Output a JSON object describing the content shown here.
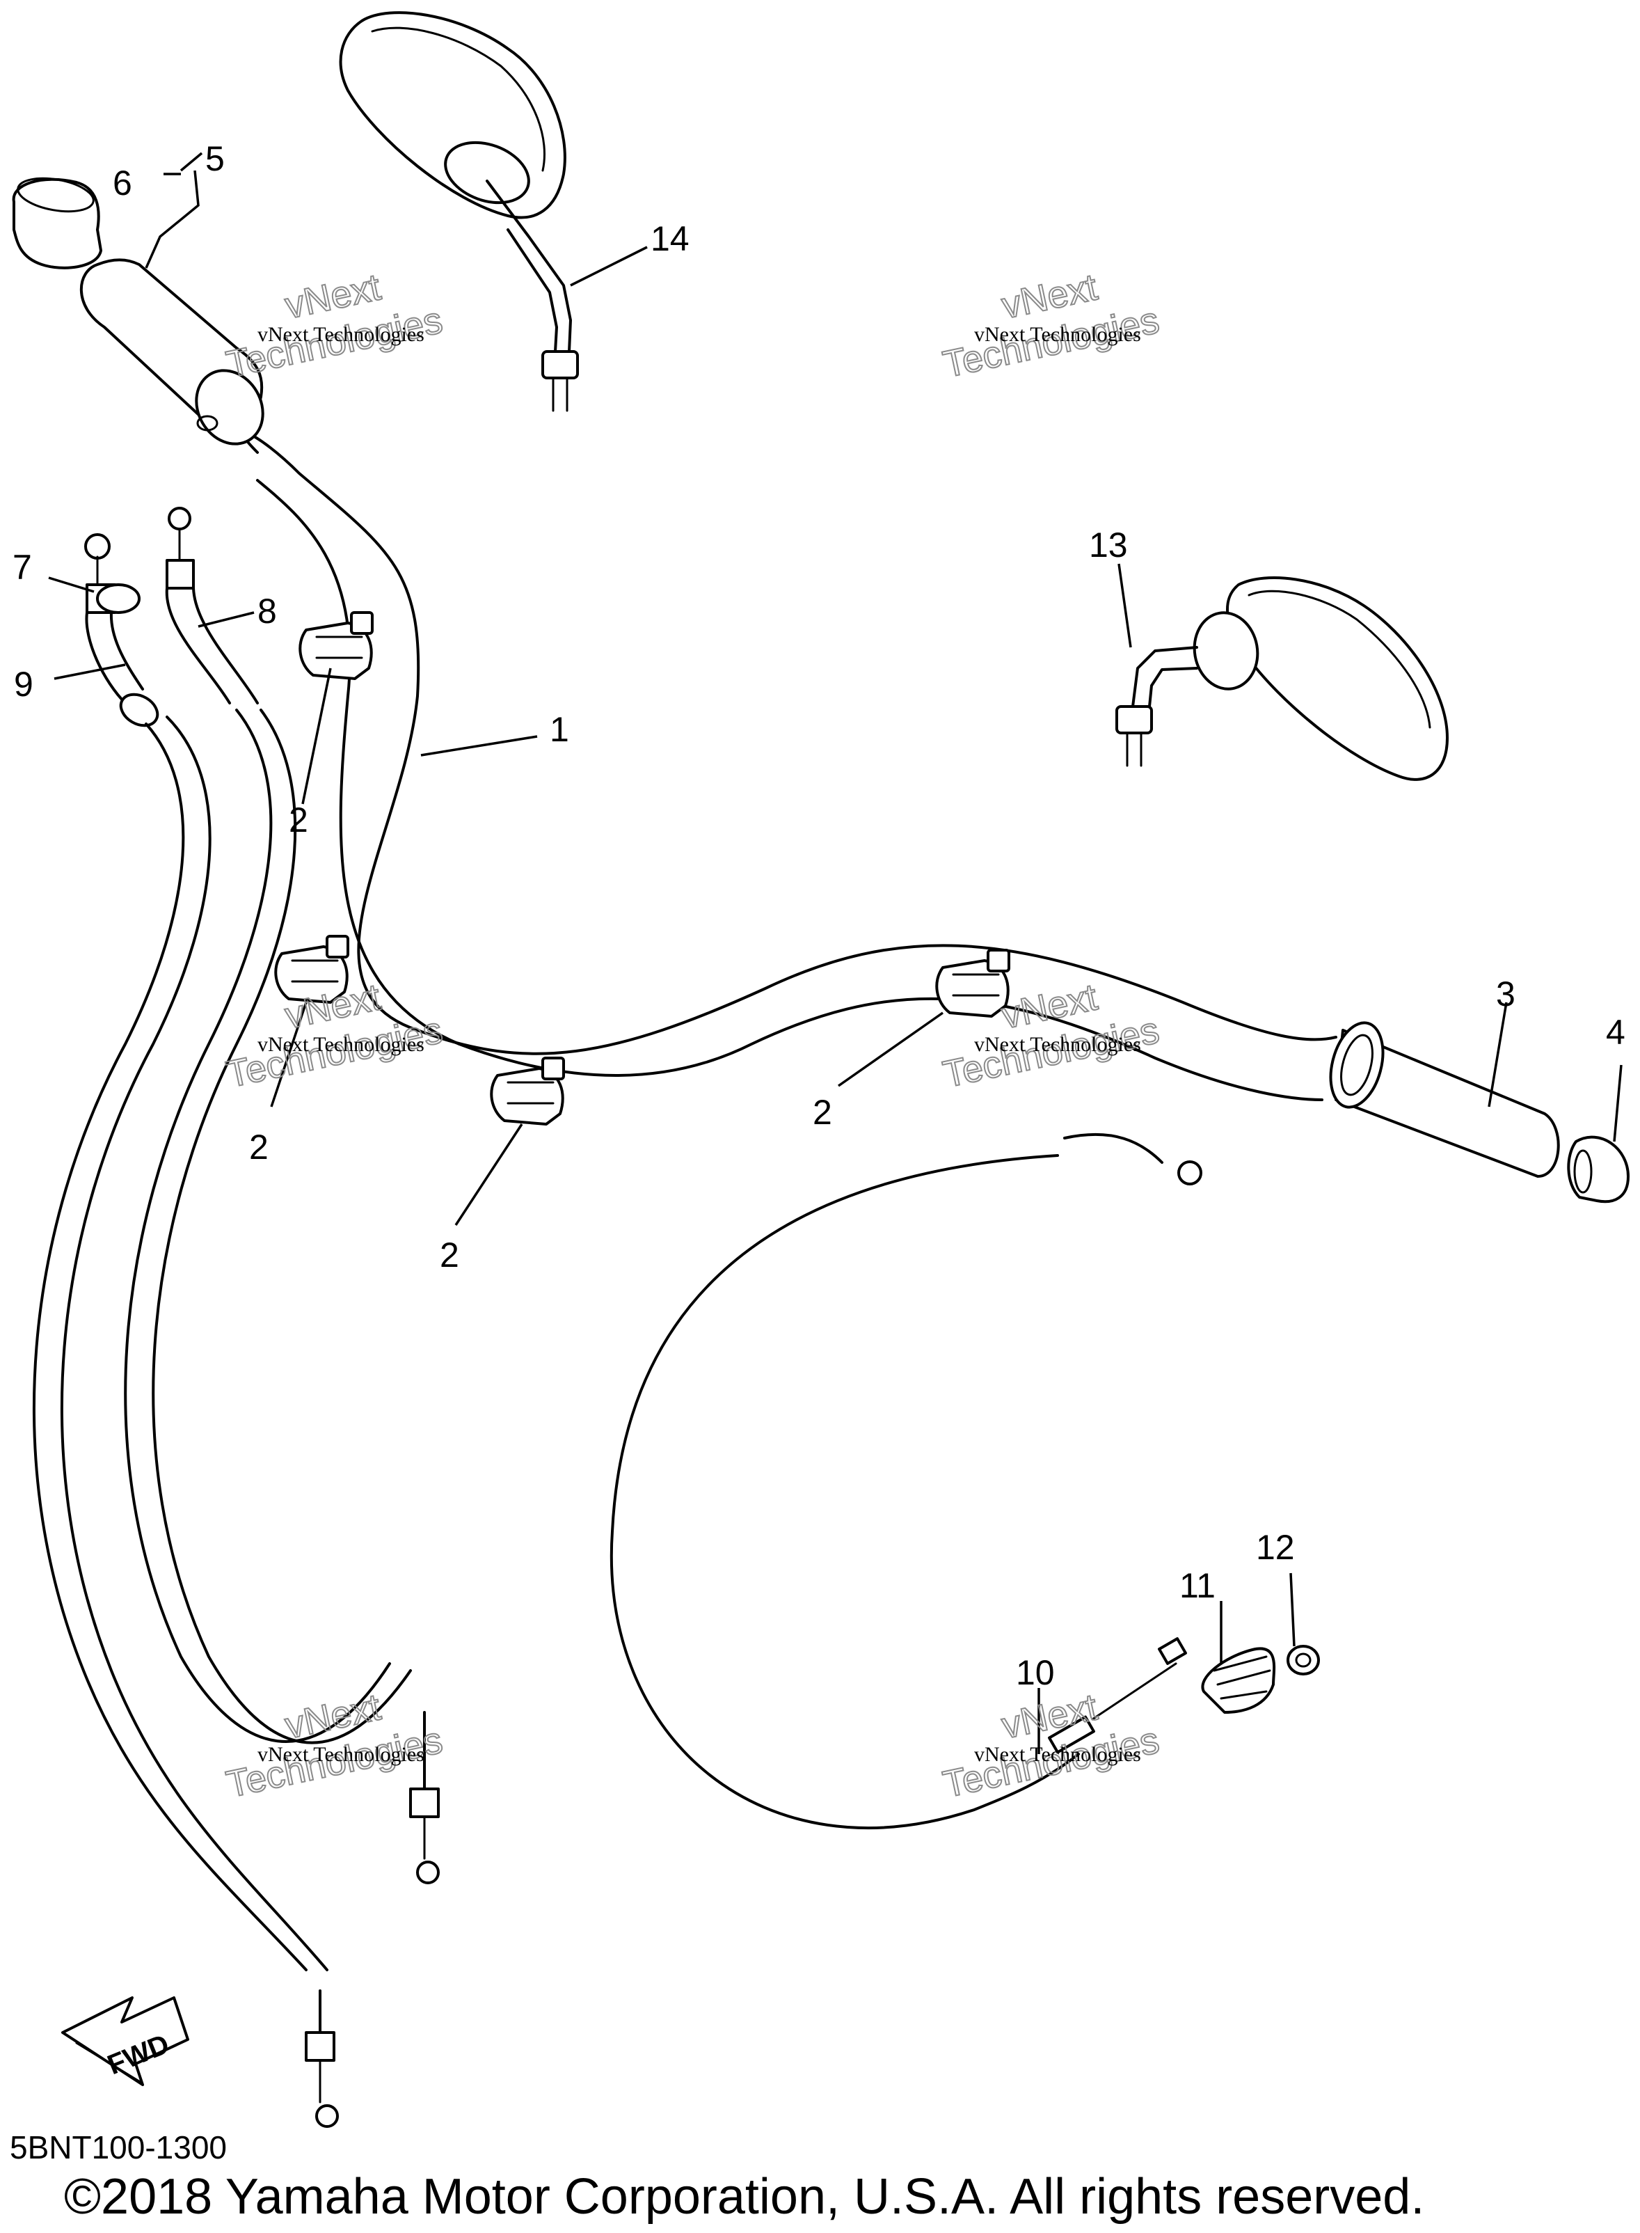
{
  "diagram": {
    "callouts": {
      "c1": "1",
      "c2a": "2",
      "c2b": "2",
      "c2c": "2",
      "c2d": "2",
      "c3": "3",
      "c4": "4",
      "c5": "5",
      "c6": "6",
      "c7": "7",
      "c8": "8",
      "c9": "9",
      "c10": "10",
      "c11": "11",
      "c12": "12",
      "c13": "13",
      "c14": "14"
    },
    "watermark": {
      "line_small": "vNext Technologies",
      "line_big_1": "vNext",
      "line_big_2": "Technologies"
    },
    "fwd_label": "FWD",
    "diagram_code": "5BNT100-1300",
    "copyright": "©2018 Yamaha Motor Corporation, U.S.A. All rights reserved."
  }
}
